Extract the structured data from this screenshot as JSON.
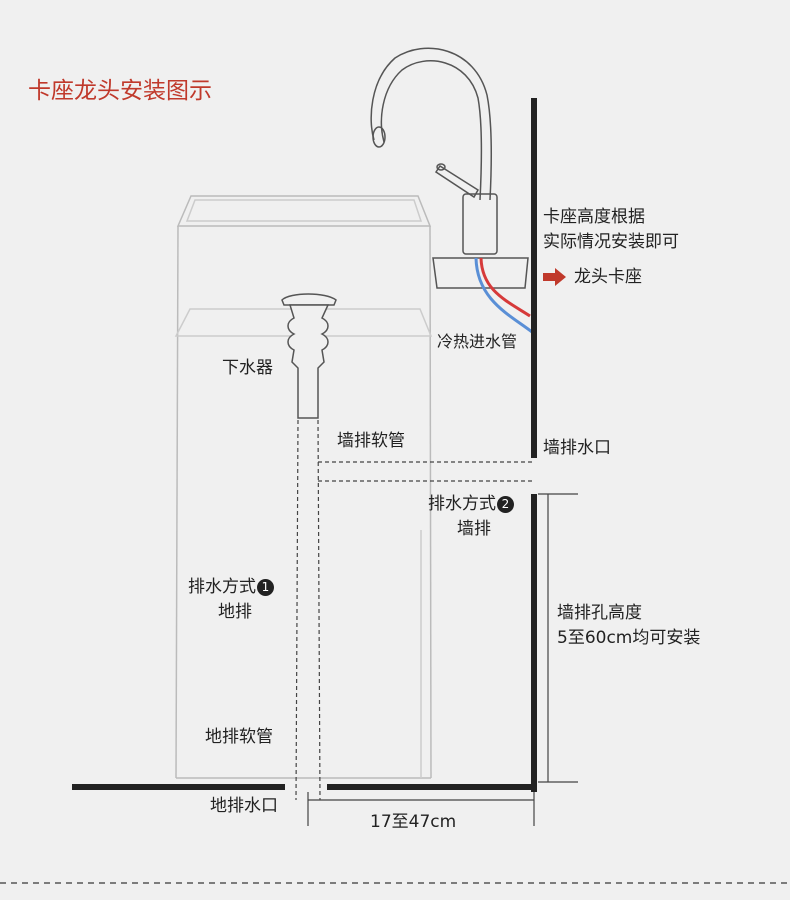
{
  "title": "卡座龙头安装图示",
  "labels": {
    "mount_height_line1": "卡座高度根据",
    "mount_height_line2": "实际情况安装即可",
    "faucet_mount": "龙头卡座",
    "hot_cold_pipe": "冷热进水管",
    "drain_plug": "下水器",
    "wall_drain_hose": "墙排软管",
    "wall_outlet": "墙排水口",
    "method2_label": "排水方式",
    "method2_num": "2",
    "method2_sub": "墙排",
    "method1_label": "排水方式",
    "method1_num": "1",
    "method1_sub": "地排",
    "wall_hole_height_line1": "墙排孔高度",
    "wall_hole_height_line2": "5至60cm均可安装",
    "floor_drain_hose": "地排软管",
    "floor_outlet": "地排水口",
    "distance": "17至47cm"
  },
  "colors": {
    "title": "#c0392b",
    "arrow": "#c0392b",
    "hot_pipe": "#d63a3a",
    "cold_pipe": "#5a8fd6",
    "line": "#222222",
    "outline": "#bbbbbb"
  }
}
